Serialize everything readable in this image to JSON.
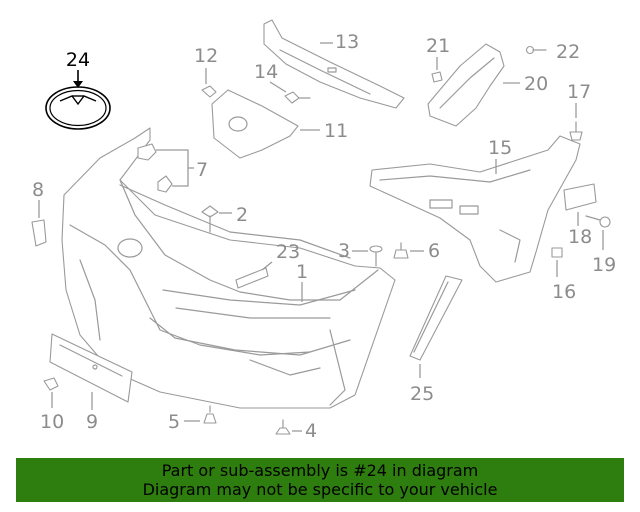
{
  "diagram": {
    "callouts": {
      "c1": "1",
      "c2": "2",
      "c3": "3",
      "c4": "4",
      "c5": "5",
      "c6": "6",
      "c7": "7",
      "c8": "8",
      "c9": "9",
      "c10": "10",
      "c11": "11",
      "c12": "12",
      "c13": "13",
      "c14": "14",
      "c15": "15",
      "c16": "16",
      "c17": "17",
      "c18": "18",
      "c19": "19",
      "c20": "20",
      "c21": "21",
      "c22": "22",
      "c23": "23",
      "c24": "24",
      "c25": "25"
    },
    "highlighted_part": "24",
    "colors": {
      "linework": "#9a9a9a",
      "highlight": "#000000",
      "banner_bg": "#2e7d0f"
    }
  },
  "banner": {
    "line1": "Part or sub-assembly is #24 in diagram",
    "line2": "Diagram may not be specific to your vehicle"
  }
}
